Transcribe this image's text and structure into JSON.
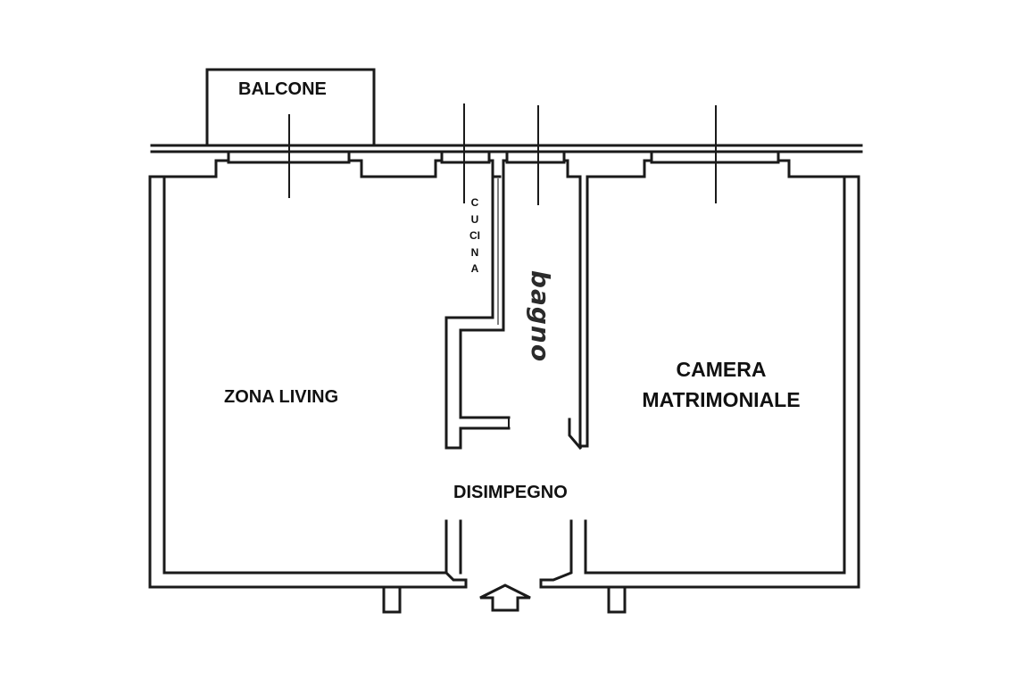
{
  "rooms": {
    "balcone": "BALCONE",
    "cucina": "CUCINA",
    "bagno": "bagno",
    "zona_living": "ZONA LIVING",
    "camera_line1": "CAMERA",
    "camera_line2": "MATRIMONIALE",
    "disimpegno": "DISIMPEGNO"
  },
  "icons": {
    "entrance": "up-arrow-icon"
  },
  "colors": {
    "wall": "#1a1a1a",
    "background": "#ffffff"
  }
}
